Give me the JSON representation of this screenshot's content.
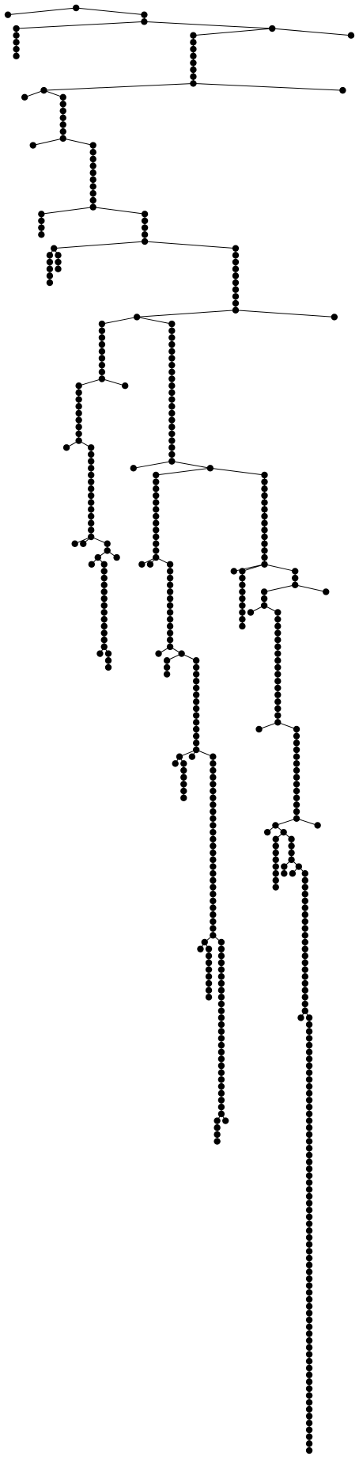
{
  "colors": {
    "node": "#000000",
    "edge": "#000000",
    "background": "#ffffff"
  },
  "tree": {
    "edges": [
      [
        0,
        1
      ],
      [
        0,
        2
      ],
      [
        2,
        3
      ],
      [
        3,
        4
      ],
      [
        4,
        5
      ],
      [
        5,
        6
      ],
      [
        6,
        7
      ],
      [
        7,
        8
      ],
      [
        3,
        9
      ],
      [
        9,
        10
      ],
      [
        9,
        11
      ],
      [
        10,
        12
      ],
      [
        12,
        13
      ],
      [
        13,
        14
      ],
      [
        14,
        15
      ],
      [
        15,
        16
      ],
      [
        16,
        17
      ],
      [
        17,
        18
      ],
      [
        18,
        19
      ],
      [
        18,
        20
      ],
      [
        19,
        21
      ],
      [
        19,
        22
      ],
      [
        22,
        23
      ],
      [
        23,
        24
      ],
      [
        24,
        25
      ],
      [
        25,
        26
      ],
      [
        26,
        27
      ],
      [
        27,
        28
      ],
      [
        28,
        29
      ],
      [
        28,
        30
      ],
      [
        30,
        31
      ],
      [
        31,
        32
      ],
      [
        32,
        33
      ],
      [
        33,
        34
      ],
      [
        34,
        35
      ],
      [
        35,
        36
      ],
      [
        36,
        37
      ],
      [
        37,
        38
      ],
      [
        38,
        39
      ],
      [
        39,
        40
      ],
      [
        39,
        41
      ],
      [
        40,
        42
      ],
      [
        42,
        43
      ],
      [
        43,
        44
      ],
      [
        41,
        45
      ],
      [
        45,
        46
      ],
      [
        46,
        47
      ],
      [
        47,
        48
      ],
      [
        48,
        49
      ],
      [
        48,
        50
      ],
      [
        49,
        51
      ],
      [
        51,
        52
      ],
      [
        52,
        53
      ],
      [
        53,
        54
      ],
      [
        54,
        55
      ],
      [
        49,
        56
      ],
      [
        56,
        57
      ],
      [
        57,
        58
      ],
      [
        50,
        59
      ],
      [
        59,
        60
      ],
      [
        60,
        61
      ],
      [
        61,
        62
      ],
      [
        62,
        63
      ],
      [
        63,
        64
      ],
      [
        64,
        65
      ],
      [
        65,
        66
      ],
      [
        66,
        67
      ],
      [
        67,
        68
      ],
      [
        67,
        69
      ],
      [
        68,
        70
      ],
      [
        68,
        71
      ],
      [
        70,
        72
      ],
      [
        72,
        73
      ],
      [
        73,
        74
      ],
      [
        74,
        75
      ],
      [
        75,
        76
      ],
      [
        76,
        77
      ],
      [
        77,
        78
      ],
      [
        78,
        79
      ],
      [
        79,
        80
      ],
      [
        79,
        81
      ],
      [
        80,
        82
      ],
      [
        82,
        83
      ],
      [
        83,
        84
      ],
      [
        84,
        85
      ],
      [
        85,
        86
      ],
      [
        86,
        87
      ],
      [
        87,
        88
      ],
      [
        88,
        89
      ],
      [
        89,
        90
      ],
      [
        89,
        91
      ],
      [
        91,
        92
      ],
      [
        92,
        93
      ],
      [
        93,
        94
      ],
      [
        94,
        95
      ],
      [
        95,
        96
      ],
      [
        96,
        97
      ],
      [
        97,
        98
      ],
      [
        98,
        99
      ],
      [
        99,
        100
      ],
      [
        100,
        101
      ],
      [
        101,
        102
      ],
      [
        102,
        103
      ],
      [
        103,
        104
      ],
      [
        104,
        105
      ],
      [
        104,
        106
      ],
      [
        104,
        107
      ],
      [
        107,
        108
      ],
      [
        108,
        109
      ],
      [
        108,
        110
      ],
      [
        109,
        111
      ],
      [
        109,
        112
      ],
      [
        112,
        113
      ],
      [
        113,
        114
      ],
      [
        114,
        115
      ],
      [
        115,
        116
      ],
      [
        116,
        117
      ],
      [
        117,
        118
      ],
      [
        118,
        119
      ],
      [
        119,
        120
      ],
      [
        120,
        121
      ],
      [
        121,
        122
      ],
      [
        122,
        123
      ],
      [
        123,
        124
      ],
      [
        124,
        125
      ],
      [
        124,
        126
      ],
      [
        126,
        127
      ],
      [
        127,
        128
      ],
      [
        71,
        129
      ],
      [
        129,
        130
      ],
      [
        130,
        131
      ],
      [
        131,
        132
      ],
      [
        132,
        133
      ],
      [
        133,
        134
      ],
      [
        134,
        135
      ],
      [
        135,
        136
      ],
      [
        136,
        137
      ],
      [
        137,
        138
      ],
      [
        138,
        139
      ],
      [
        139,
        140
      ],
      [
        140,
        141
      ],
      [
        141,
        142
      ],
      [
        142,
        143
      ],
      [
        143,
        144
      ],
      [
        144,
        145
      ],
      [
        145,
        146
      ],
      [
        146,
        147
      ],
      [
        147,
        148
      ],
      [
        148,
        149
      ],
      [
        148,
        150
      ],
      [
        150,
        151
      ],
      [
        150,
        152
      ],
      [
        151,
        153
      ],
      [
        153,
        154
      ],
      [
        154,
        155
      ],
      [
        155,
        156
      ],
      [
        156,
        157
      ],
      [
        157,
        158
      ],
      [
        158,
        159
      ],
      [
        159,
        160
      ],
      [
        160,
        161
      ],
      [
        161,
        162
      ],
      [
        162,
        163
      ],
      [
        163,
        164
      ],
      [
        164,
        165
      ],
      [
        164,
        166
      ],
      [
        164,
        167
      ],
      [
        167,
        168
      ],
      [
        168,
        169
      ],
      [
        169,
        170
      ],
      [
        170,
        171
      ],
      [
        171,
        172
      ],
      [
        172,
        173
      ],
      [
        173,
        174
      ],
      [
        174,
        175
      ],
      [
        175,
        176
      ],
      [
        176,
        177
      ],
      [
        177,
        178
      ],
      [
        178,
        179
      ],
      [
        179,
        180
      ],
      [
        179,
        181
      ],
      [
        181,
        182
      ],
      [
        182,
        183
      ],
      [
        183,
        184
      ],
      [
        181,
        185
      ],
      [
        185,
        186
      ],
      [
        186,
        187
      ],
      [
        187,
        188
      ],
      [
        188,
        189
      ],
      [
        189,
        190
      ],
      [
        190,
        191
      ],
      [
        191,
        192
      ],
      [
        192,
        193
      ],
      [
        193,
        194
      ],
      [
        194,
        195
      ],
      [
        195,
        196
      ],
      [
        196,
        197
      ],
      [
        197,
        198
      ],
      [
        198,
        199
      ],
      [
        198,
        200
      ],
      [
        198,
        201
      ],
      [
        199,
        202
      ],
      [
        199,
        203
      ],
      [
        203,
        204
      ],
      [
        204,
        205
      ],
      [
        205,
        206
      ],
      [
        206,
        207
      ],
      [
        207,
        208
      ],
      [
        201,
        209
      ],
      [
        209,
        210
      ],
      [
        210,
        211
      ],
      [
        211,
        212
      ],
      [
        212,
        213
      ],
      [
        213,
        214
      ],
      [
        214,
        215
      ],
      [
        215,
        216
      ],
      [
        216,
        217
      ],
      [
        217,
        218
      ],
      [
        218,
        219
      ],
      [
        219,
        220
      ],
      [
        220,
        221
      ],
      [
        221,
        222
      ],
      [
        222,
        223
      ],
      [
        223,
        224
      ],
      [
        224,
        225
      ],
      [
        225,
        226
      ],
      [
        226,
        227
      ],
      [
        227,
        228
      ],
      [
        228,
        229
      ],
      [
        229,
        230
      ],
      [
        230,
        231
      ],
      [
        231,
        232
      ],
      [
        232,
        233
      ],
      [
        233,
        234
      ],
      [
        234,
        235
      ],
      [
        234,
        236
      ],
      [
        235,
        237
      ],
      [
        235,
        238
      ],
      [
        238,
        239
      ],
      [
        239,
        240
      ],
      [
        240,
        241
      ],
      [
        241,
        242
      ],
      [
        242,
        243
      ],
      [
        243,
        244
      ],
      [
        244,
        245
      ],
      [
        236,
        246
      ],
      [
        246,
        247
      ],
      [
        247,
        248
      ],
      [
        248,
        249
      ],
      [
        249,
        250
      ],
      [
        250,
        251
      ],
      [
        251,
        252
      ],
      [
        252,
        253
      ],
      [
        253,
        254
      ],
      [
        254,
        255
      ],
      [
        255,
        256
      ],
      [
        256,
        257
      ],
      [
        257,
        258
      ],
      [
        258,
        259
      ],
      [
        259,
        260
      ],
      [
        260,
        261
      ],
      [
        261,
        262
      ],
      [
        262,
        263
      ],
      [
        263,
        264
      ],
      [
        264,
        265
      ],
      [
        265,
        266
      ],
      [
        266,
        267
      ],
      [
        267,
        268
      ],
      [
        268,
        269
      ],
      [
        269,
        270
      ],
      [
        270,
        271
      ],
      [
        270,
        272
      ],
      [
        271,
        273
      ],
      [
        273,
        274
      ],
      [
        274,
        275
      ],
      [
        152,
        276
      ],
      [
        276,
        277
      ],
      [
        277,
        278
      ],
      [
        278,
        279
      ],
      [
        279,
        280
      ],
      [
        280,
        281
      ],
      [
        281,
        282
      ],
      [
        282,
        283
      ],
      [
        283,
        284
      ],
      [
        284,
        285
      ],
      [
        285,
        286
      ],
      [
        286,
        287
      ],
      [
        287,
        288
      ],
      [
        288,
        289
      ],
      [
        288,
        290
      ],
      [
        288,
        291
      ],
      [
        290,
        292
      ],
      [
        292,
        293
      ],
      [
        293,
        294
      ],
      [
        294,
        295
      ],
      [
        295,
        296
      ],
      [
        296,
        297
      ],
      [
        297,
        298
      ],
      [
        298,
        299
      ],
      [
        291,
        300
      ],
      [
        300,
        301
      ],
      [
        301,
        302
      ],
      [
        301,
        303
      ],
      [
        302,
        304
      ],
      [
        304,
        305
      ],
      [
        305,
        306
      ],
      [
        305,
        307
      ],
      [
        307,
        308
      ],
      [
        308,
        309
      ],
      [
        309,
        310
      ],
      [
        310,
        311
      ],
      [
        311,
        312
      ],
      [
        312,
        313
      ],
      [
        313,
        314
      ],
      [
        314,
        315
      ],
      [
        315,
        316
      ],
      [
        316,
        317
      ],
      [
        317,
        318
      ],
      [
        318,
        319
      ],
      [
        319,
        320
      ],
      [
        320,
        321
      ],
      [
        321,
        322
      ],
      [
        322,
        323
      ],
      [
        323,
        324
      ],
      [
        323,
        325
      ],
      [
        325,
        326
      ],
      [
        326,
        327
      ],
      [
        327,
        328
      ],
      [
        328,
        329
      ],
      [
        329,
        330
      ],
      [
        330,
        331
      ],
      [
        331,
        332
      ],
      [
        332,
        333
      ],
      [
        333,
        334
      ],
      [
        334,
        335
      ],
      [
        335,
        336
      ],
      [
        336,
        337
      ],
      [
        337,
        338
      ],
      [
        338,
        339
      ],
      [
        338,
        340
      ],
      [
        339,
        341
      ],
      [
        339,
        342
      ],
      [
        342,
        343
      ],
      [
        343,
        344
      ],
      [
        344,
        345
      ],
      [
        345,
        346
      ],
      [
        346,
        347
      ],
      [
        347,
        348
      ],
      [
        348,
        349
      ],
      [
        349,
        350
      ],
      [
        342,
        351
      ],
      [
        351,
        352
      ],
      [
        352,
        353
      ],
      [
        353,
        354
      ],
      [
        354,
        355
      ],
      [
        354,
        356
      ],
      [
        355,
        357
      ],
      [
        356,
        358
      ],
      [
        356,
        359
      ],
      [
        359,
        360
      ],
      [
        360,
        361
      ],
      [
        361,
        362
      ],
      [
        362,
        363
      ],
      [
        363,
        364
      ],
      [
        364,
        365
      ],
      [
        365,
        366
      ],
      [
        366,
        367
      ],
      [
        367,
        368
      ],
      [
        368,
        369
      ],
      [
        369,
        370
      ],
      [
        370,
        371
      ],
      [
        371,
        372
      ],
      [
        372,
        373
      ],
      [
        373,
        374
      ],
      [
        374,
        375
      ],
      [
        375,
        376
      ],
      [
        376,
        377
      ],
      [
        377,
        378
      ],
      [
        378,
        379
      ],
      [
        379,
        380
      ],
      [
        379,
        381
      ],
      [
        381,
        382
      ],
      [
        382,
        383
      ],
      [
        383,
        384
      ],
      [
        384,
        385
      ],
      [
        385,
        386
      ],
      [
        386,
        387
      ],
      [
        387,
        388
      ],
      [
        388,
        389
      ],
      [
        389,
        390
      ],
      [
        390,
        391
      ],
      [
        391,
        392
      ],
      [
        392,
        393
      ],
      [
        393,
        394
      ],
      [
        394,
        395
      ],
      [
        395,
        396
      ],
      [
        396,
        397
      ],
      [
        397,
        398
      ],
      [
        398,
        399
      ],
      [
        399,
        400
      ],
      [
        400,
        401
      ],
      [
        401,
        402
      ],
      [
        402,
        403
      ],
      [
        403,
        404
      ],
      [
        404,
        405
      ],
      [
        405,
        406
      ],
      [
        406,
        407
      ],
      [
        407,
        408
      ],
      [
        408,
        409
      ],
      [
        409,
        410
      ],
      [
        410,
        411
      ],
      [
        411,
        412
      ],
      [
        412,
        413
      ],
      [
        413,
        414
      ],
      [
        414,
        415
      ],
      [
        415,
        416
      ],
      [
        416,
        417
      ],
      [
        417,
        418
      ],
      [
        418,
        419
      ],
      [
        419,
        420
      ],
      [
        420,
        421
      ],
      [
        421,
        422
      ],
      [
        422,
        423
      ],
      [
        423,
        424
      ],
      [
        424,
        425
      ],
      [
        425,
        426
      ],
      [
        426,
        427
      ],
      [
        427,
        428
      ],
      [
        428,
        429
      ],
      [
        429,
        430
      ],
      [
        430,
        431
      ],
      [
        431,
        432
      ],
      [
        432,
        433
      ],
      [
        433,
        434
      ],
      [
        434,
        435
      ],
      [
        435,
        436
      ],
      [
        436,
        437
      ],
      [
        437,
        438
      ],
      [
        438,
        439
      ],
      [
        439,
        440
      ],
      [
        440,
        441
      ],
      [
        441,
        442
      ],
      [
        442,
        443
      ],
      [
        443,
        444
      ]
    ]
  }
}
